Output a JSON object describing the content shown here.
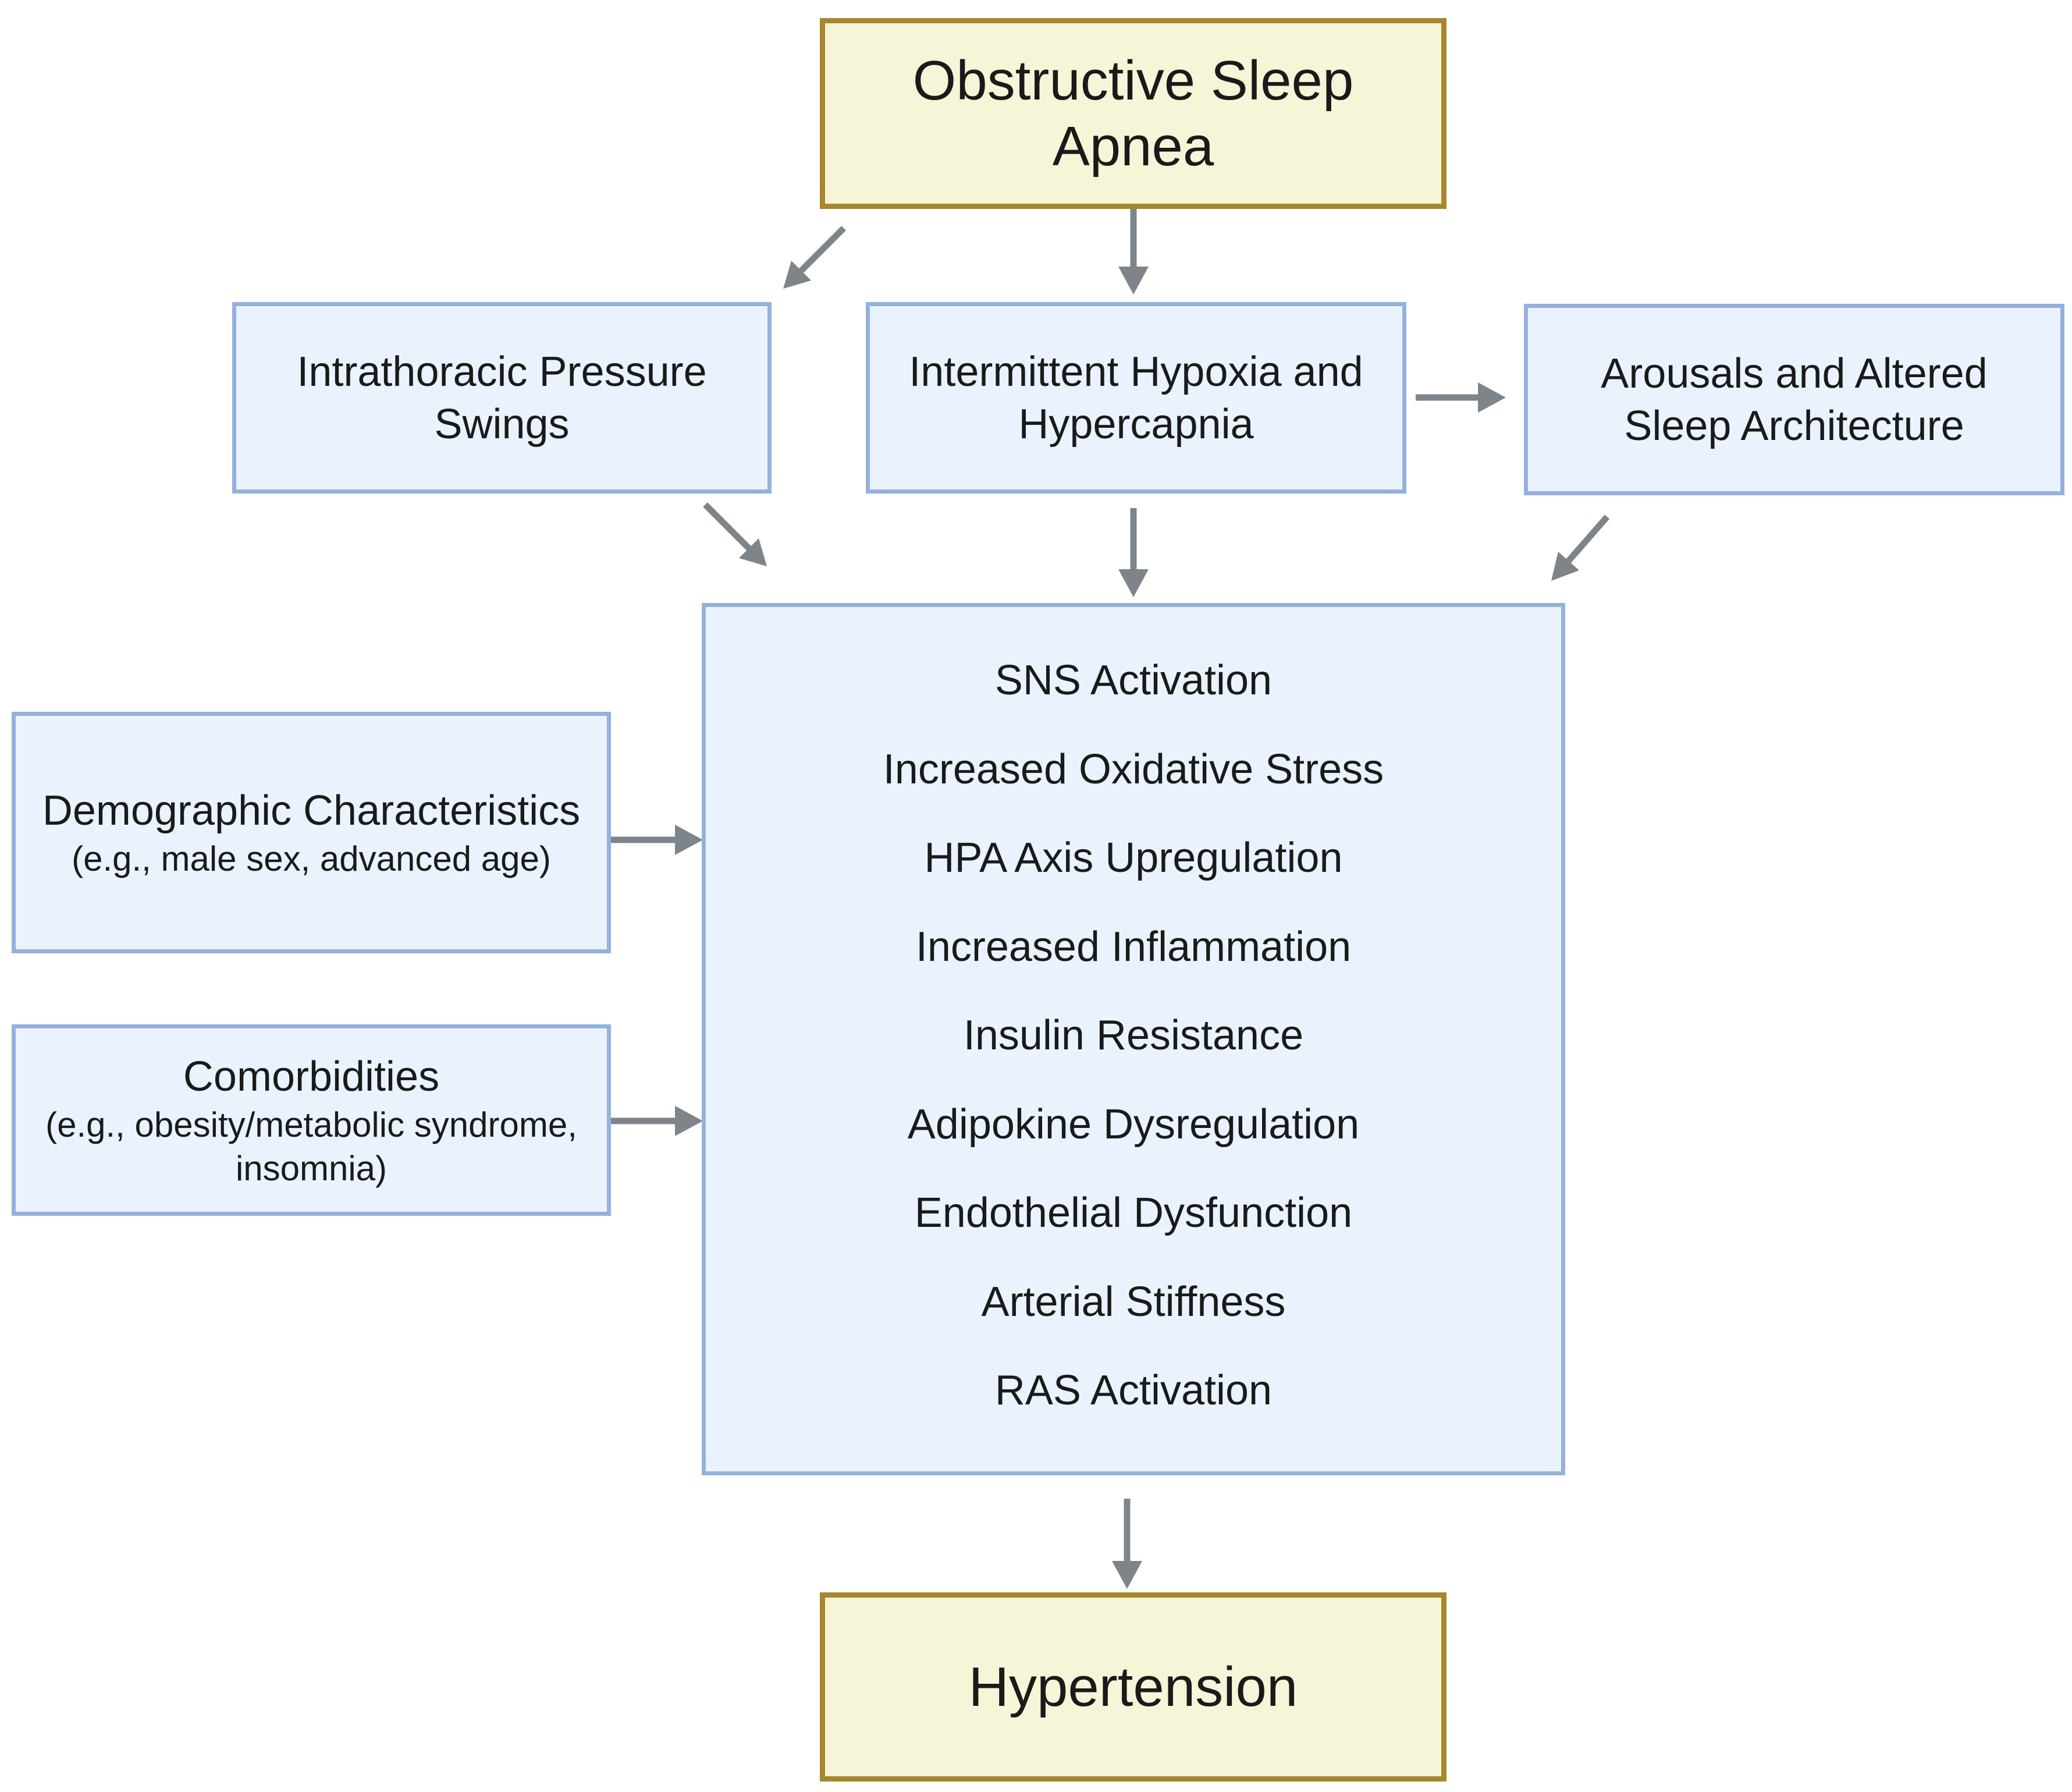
{
  "diagram": {
    "source": {
      "title": "Obstructive Sleep Apnea"
    },
    "pathways": [
      {
        "id": "pressure",
        "label": "Intrathoracic Pressure Swings"
      },
      {
        "id": "hypoxia",
        "label": "Intermittent Hypoxia and Hypercapnia"
      },
      {
        "id": "arousals",
        "label": "Arousals and Altered Sleep Architecture"
      }
    ],
    "modifiers": [
      {
        "id": "demographic",
        "label": "Demographic Characteristics",
        "sublabel": "(e.g., male sex, advanced age)"
      },
      {
        "id": "comorbidities",
        "label": "Comorbidities",
        "sublabel": "(e.g., obesity/metabolic syndrome, insomnia)"
      }
    ],
    "mechanisms": [
      "SNS Activation",
      "Increased Oxidative Stress",
      "HPA Axis Upregulation",
      "Increased Inflammation",
      "Insulin Resistance",
      "Adipokine Dysregulation",
      "Endothelial Dysfunction",
      "Arterial Stiffness",
      "RAS Activation"
    ],
    "outcome": {
      "title": "Hypertension"
    },
    "colors": {
      "key_fill": "#f7f5d7",
      "key_border": "#a8862d",
      "box_fill": "#eaf3fd",
      "box_border": "#94b1dc",
      "arrow": "#7d858a"
    }
  }
}
